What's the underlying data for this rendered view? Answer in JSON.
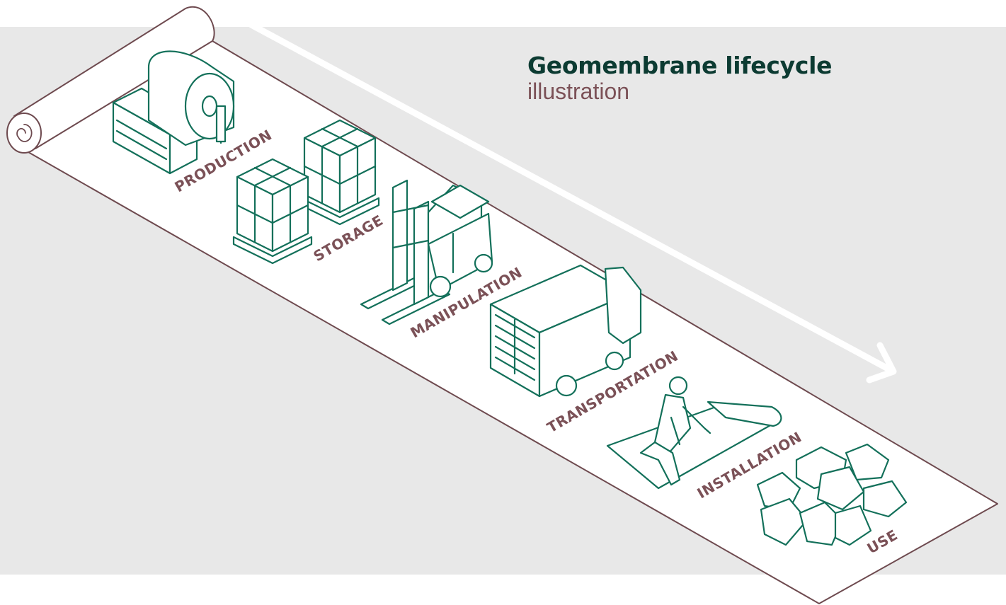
{
  "header": {
    "title": "Geomembrane lifecycle",
    "subtitle": "illustration"
  },
  "stages": [
    {
      "label": "PRODUCTION",
      "icon": "production-machine-icon"
    },
    {
      "label": "STORAGE",
      "icon": "pallet-boxes-icon"
    },
    {
      "label": "MANIPULATION",
      "icon": "forklift-icon"
    },
    {
      "label": "TRANSPORTATION",
      "icon": "truck-icon"
    },
    {
      "label": "INSTALLATION",
      "icon": "worker-installing-icon"
    },
    {
      "label": "USE",
      "icon": "rocks-icon"
    }
  ],
  "colors": {
    "background_panel": "#e8e8e8",
    "title": "#0c3b32",
    "subtitle": "#7b5157",
    "icon_stroke": "#13705a",
    "sheet_outline": "#6e4a4f",
    "arrow": "#ffffff"
  }
}
